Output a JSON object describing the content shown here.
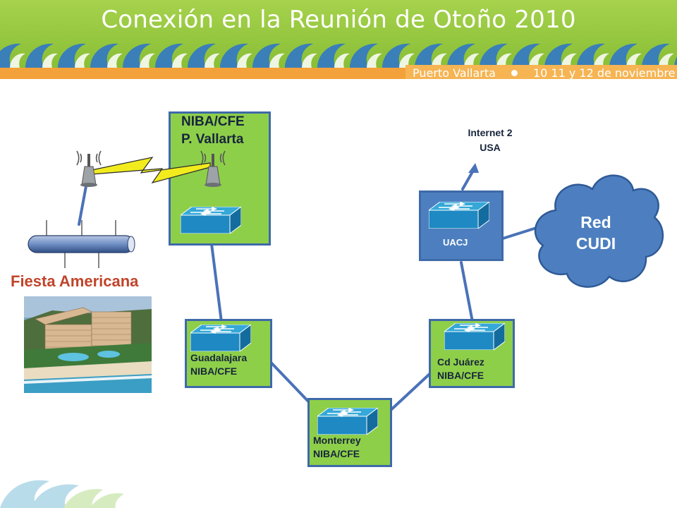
{
  "title": "Conexión en la Reunión de Otoño 2010",
  "event": {
    "city": "Puerto Vallarta",
    "dates": "10 11 y 12 de noviembre"
  },
  "colors": {
    "banner_green": "#95c93d",
    "wave_blue": "#3a7fb8",
    "node_green": "#8ecf4a",
    "node_blue": "#4d7fc0",
    "link_blue": "#4a72b8",
    "wireless_yellow": "#f2ec1e",
    "venue_red": "#c0442a"
  },
  "nodes": {
    "vallarta": {
      "line1": "NIBA/CFE",
      "line2": "P. Vallarta"
    },
    "guadalajara": {
      "line1": "Guadalajara",
      "line2": "NIBA/CFE"
    },
    "monterrey": {
      "line1": "Monterrey",
      "line2": "NIBA/CFE"
    },
    "juarez": {
      "line1": "Cd Juárez",
      "line2": "NIBA/CFE"
    },
    "uacj": {
      "label": "UACJ"
    }
  },
  "internet": {
    "line1": "Internet 2",
    "line2": "USA"
  },
  "cloud": {
    "line1": "Red",
    "line2": "CUDI"
  },
  "venue": {
    "label": "Fiesta Americana"
  }
}
